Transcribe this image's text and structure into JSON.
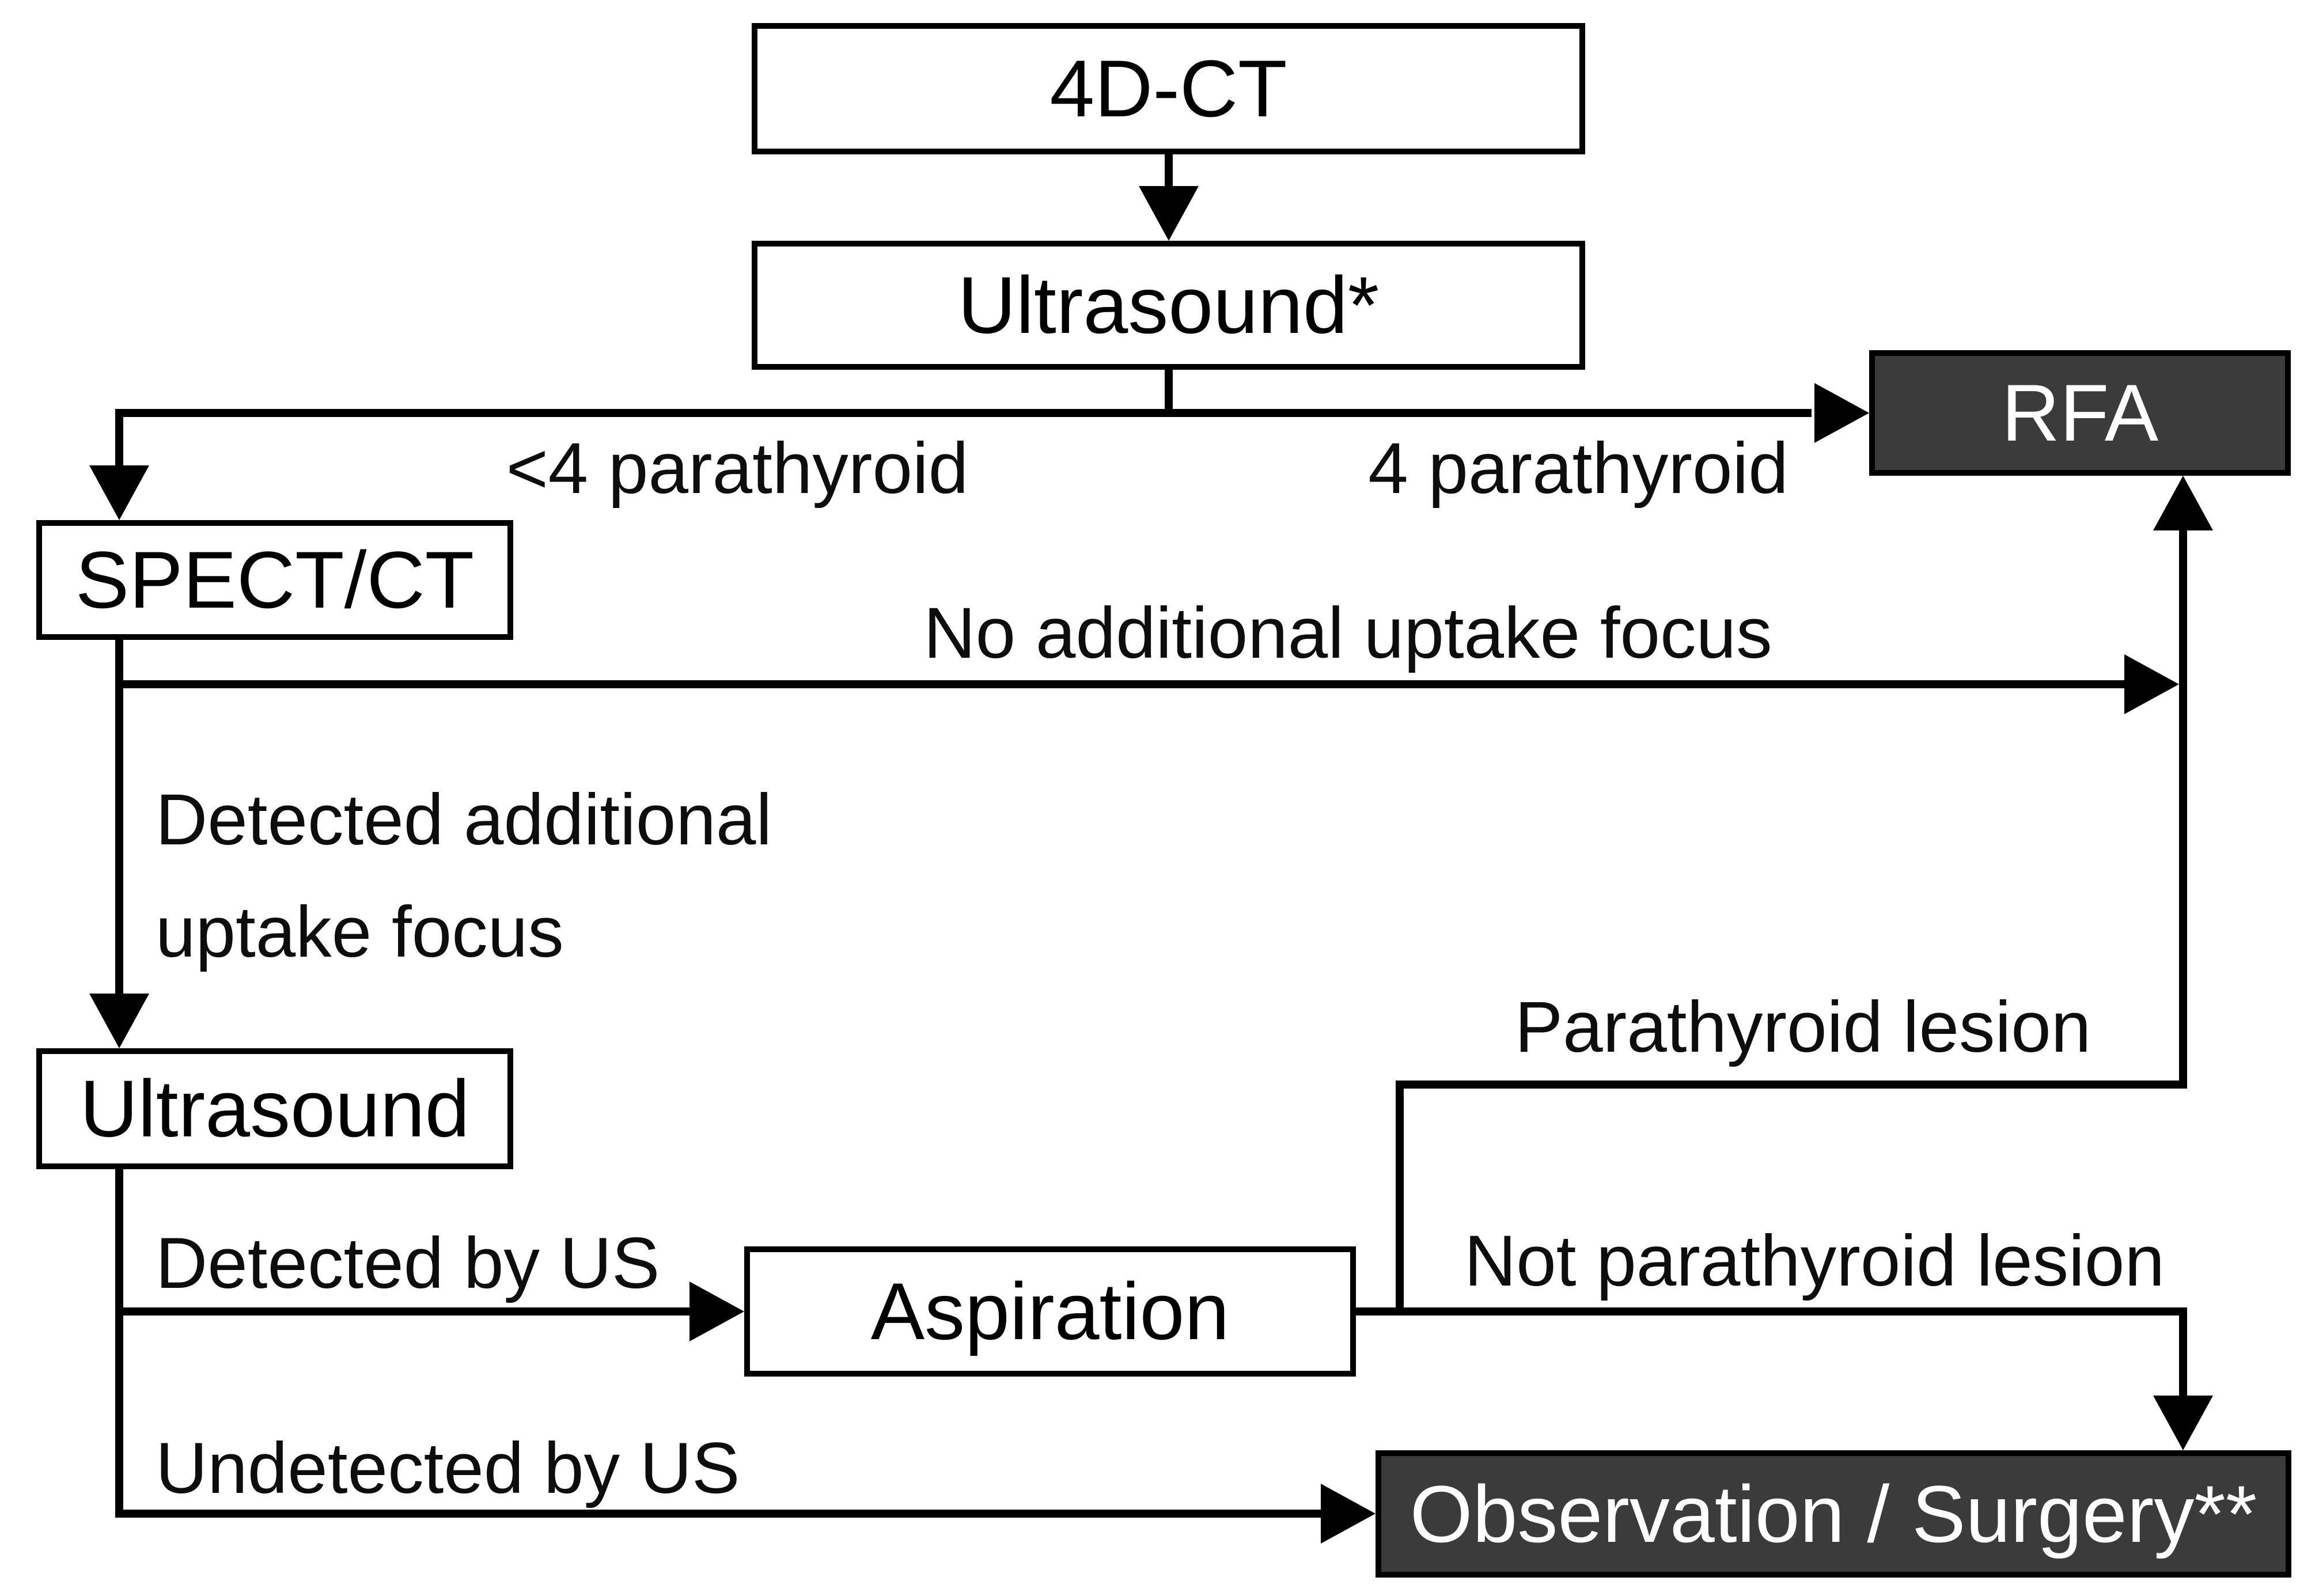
{
  "nodes": {
    "ct4d": {
      "label": "4D-CT"
    },
    "ultrasound_initial": {
      "label": "Ultrasound*"
    },
    "rfa": {
      "label": "RFA"
    },
    "spect_ct": {
      "label": "SPECT/CT"
    },
    "ultrasound_followup": {
      "label": "Ultrasound"
    },
    "aspiration": {
      "label": "Aspiration"
    },
    "observation_surgery": {
      "label": "Observation / Surgery**"
    }
  },
  "edge_labels": {
    "lt4_parathyroid": "<4 parathyroid",
    "eq4_parathyroid": "4 parathyroid",
    "no_additional_uptake": "No additional uptake focus",
    "detected_additional_line1": "Detected additional",
    "detected_additional_line2": "uptake focus",
    "detected_by_us": "Detected by US",
    "undetected_by_us": "Undetected by US",
    "parathyroid_lesion": "Parathyroid lesion",
    "not_parathyroid_lesion": "Not parathyroid lesion"
  },
  "colors": {
    "background": "#ffffff",
    "line": "#000000",
    "box_fill": "#ffffff",
    "box_border": "#000000",
    "dark_box_fill": "#3b3b3b",
    "dark_box_text": "#ffffff"
  }
}
